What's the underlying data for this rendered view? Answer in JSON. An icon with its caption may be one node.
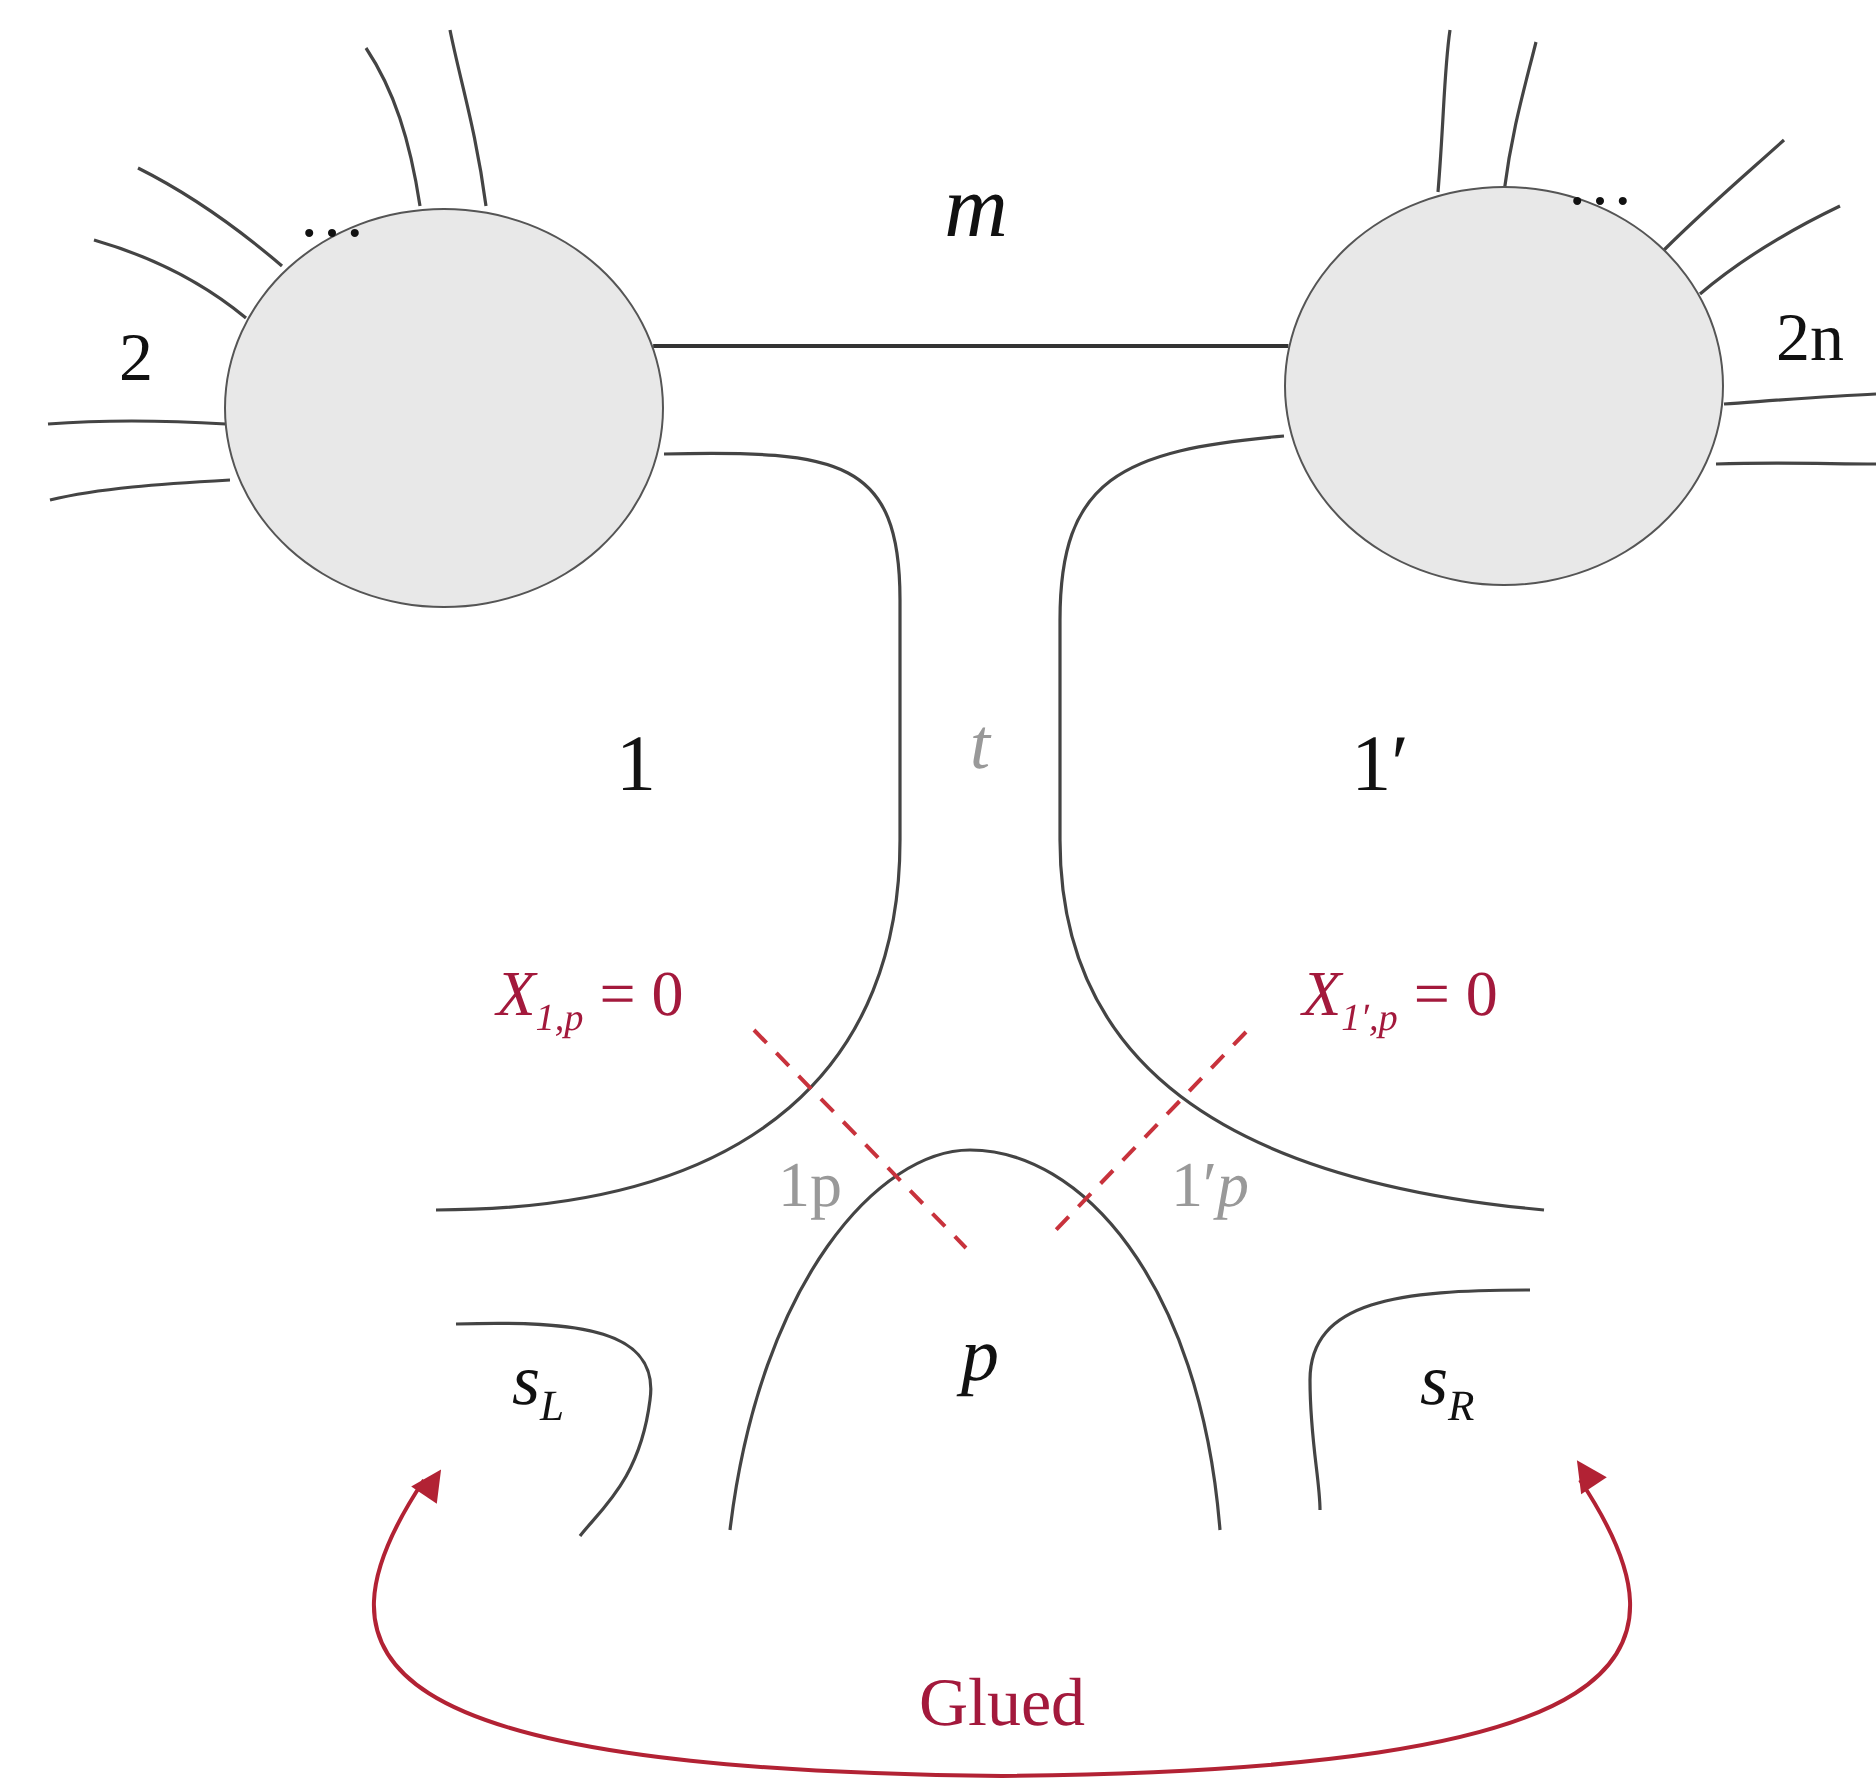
{
  "diagram": {
    "nodes": [
      {
        "text": [],
        "shape": "circle"
      },
      {
        "text": [],
        "shape": "circle"
      },
      {
        "text": [
          "s$_{L}$"
        ]
      },
      {
        "text": [
          "s$_{R}$"
        ]
      }
    ],
    "edges": [
      {
        "from": 0,
        "to": 1,
        "arrow": "none"
      },
      {
        "from": 2,
        "to": 3,
        "arrow": "both",
        "label": "Glued",
        "color": "#b22234"
      }
    ],
    "labels": [
      "…",
      "m",
      "…",
      "2",
      "2n",
      "1",
      "t",
      "1′",
      "*X*$_{1,p}$ = 0",
      "*X*$_{1′,p}$ = 0",
      "1p",
      "1′*p*",
      "p"
    ]
  }
}
